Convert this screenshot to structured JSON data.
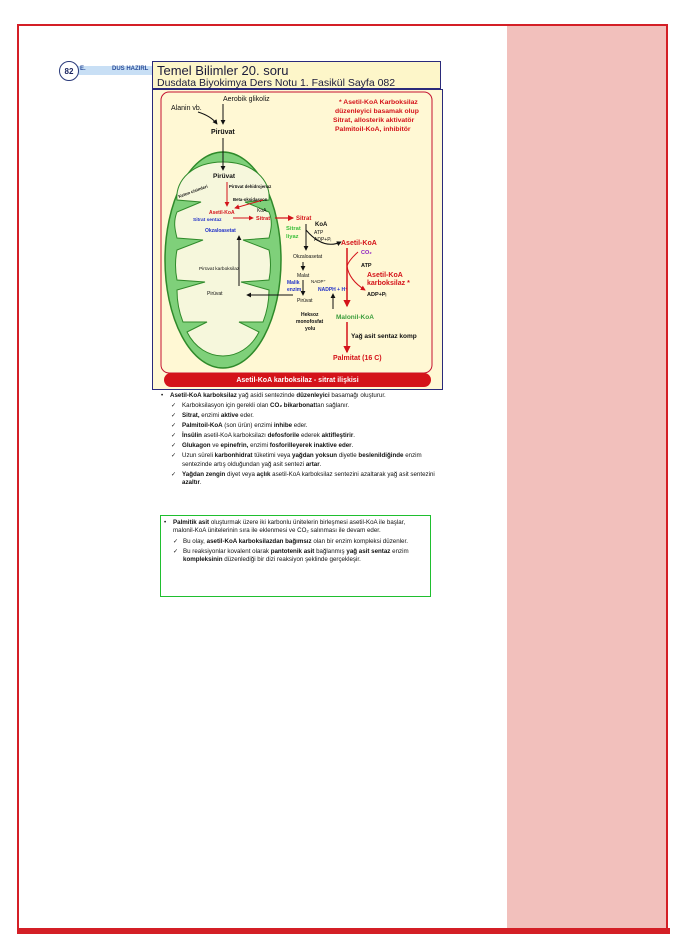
{
  "header": {
    "page_number": "82",
    "left_fragment": "E.",
    "mid_fragment": "DUS HAZIRL"
  },
  "title_box": {
    "line1": "Temel Bilimler 20. soru",
    "line2": "Dusdata Biyokimya Ders Notu 1. Fasikül Sayfa 082"
  },
  "figure": {
    "labels": {
      "aerobik": "Aerobik glikoliz",
      "alanin": "Alanin vb.",
      "piruvat_top": "Pirüvat",
      "piruvat_in": "Pirüvat",
      "piruvat_dh": "Pirüvat dehidrojenaz",
      "beta_ox": "Beta-oksidasyon",
      "keton": "Keton cisimleri",
      "asetil_in": "Asetil-KoA",
      "koa_in": "KoA",
      "sitrat_sentaz": "Sitrat sentaz",
      "sitrat_in": "Sitrat",
      "okzalo_in": "Okzaloasetat",
      "piruvat_karb": "Pirüvat karboksilaz",
      "piruvat_bottom": "Pirüvat",
      "sitrat_out": "Sitrat",
      "sitrat_liyaz_1": "Sitrat",
      "sitrat_liyaz_2": "liyaz",
      "koa_out": "KoA",
      "atp_out": "ATP",
      "adp_out": "ADP+Pᵢ",
      "okzalo_out": "Okzaloasetat",
      "malat": "Malat",
      "nadp": "NADP⁺",
      "malik_1": "Malik",
      "malik_2": "enzim",
      "nadph": "NADPH + H⁺",
      "piruvat_cyto": "Pirüvat",
      "asetil_out": "Asetil-KoA",
      "co2": "CO₂",
      "atp2": "ATP",
      "karb_1": "Asetil-KoA",
      "karb_2": "karboksilaz *",
      "adp2": "ADP+Pᵢ",
      "heksoz_1": "Heksoz",
      "heksoz_2": "monofosfat",
      "heksoz_3": "yolu",
      "malonil": "Malonil-KoA",
      "yag": "Yağ asit sentaz komp",
      "palmitat": "Palmitat (16 C)"
    },
    "note": [
      "* Asetil-KoA Karboksilaz",
      "düzenleyici basamak olup",
      "Sitrat, allosterik aktivatör",
      "Palmitoil-KoA, inhibitör"
    ],
    "caption": "Asetil-KoA karboksilaz - sitrat ilişkisi"
  },
  "text": {
    "lead": {
      "b1": "Asetil-KoA karboksilaz",
      "t1": " yağ asidi sentezinde ",
      "b2": "düzenleyici",
      "t2": " basamağı oluşturur."
    },
    "items": [
      {
        "t1": "Karboksilasyon için gerekli olan ",
        "b1": "CO₂ bikarbonat",
        "t2": "tan sağlanır."
      },
      {
        "b1": "Sitrat,",
        "t1": " enzimi ",
        "b2": "aktive",
        "t2": " eder."
      },
      {
        "b1": "Palmitoil-KoA",
        "t1": " (son ürün) enzimi ",
        "b2": "inhibe",
        "t2": " eder."
      },
      {
        "b1": "İnsülin",
        "t1": " asetil-KoA karboksilazı ",
        "b2": "defosforile",
        "t2": " ederek ",
        "b3": "aktifleştirir",
        "t3": "."
      },
      {
        "b1": "Glukagon",
        "t1": " ve ",
        "b2": "epinefrin,",
        "t2": " enzimi ",
        "b3": "fosforilleyerek inaktive eder",
        "t3": "."
      },
      {
        "t1": "Uzun süreli ",
        "b1": "karbonhidrat",
        "t2": " tüketimi veya ",
        "b2": "yağdan yoksun",
        "t3": " diyetle ",
        "b3": "beslenildiğinde",
        "t4": " enzim sentezinde artış olduğundan yağ asit sentezi ",
        "b4": "artar",
        "t5": "."
      },
      {
        "b1": "Yağdan zengin",
        "t1": " diyet veya ",
        "b2": "açlık",
        "t2": " asetil-KoA karboksilaz sentezini azaltarak yağ asit sentezini ",
        "b3": "azaltır",
        "t3": "."
      }
    ]
  },
  "green_box": {
    "lead": {
      "b1": "Palmitik asit",
      "t1": " oluşturmak üzere iki karbonlu ünitelerin birleşmesi asetil-KoA ile başlar, malonil-KoA ünitelerinin sıra ile eklenmesi ve CO₂ salınması ile devam eder."
    },
    "items": [
      {
        "t1": "Bu olay, ",
        "b1": "asetil-KoA karboksilazdan bağımsız",
        "t2": " olan bir enzim kompleksi düzenler."
      },
      {
        "t1": "Bu reaksiyonlar kovalent olarak ",
        "b1": "pantotenik asit",
        "t2": " bağlanmış ",
        "b2": "yağ asit sentaz",
        "t3": " enzim ",
        "b3": "kompleksinin",
        "t4": " düzenlediği bir dizi reaksiyon şeklinde gerçekleşir."
      }
    ]
  },
  "colors": {
    "frame_red": "#d41f26",
    "side_panel": "#f2c0bc",
    "green_border": "#1fbf2f",
    "mito_green": "#7fd07a"
  }
}
